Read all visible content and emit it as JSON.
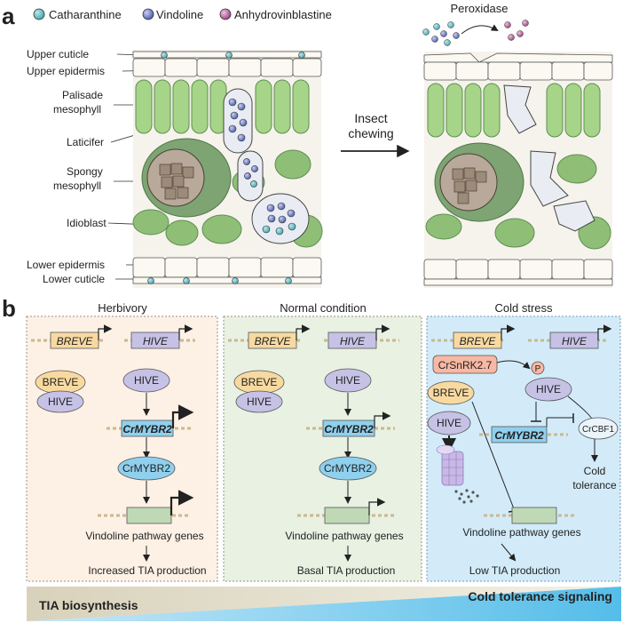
{
  "panel_a": {
    "label": "a",
    "legend": {
      "catharanthine": "Catharanthine",
      "vindoline": "Vindoline",
      "anhydrovinblastine": "Anhydrovinblastine"
    },
    "layers": {
      "upper_cuticle": "Upper cuticle",
      "upper_epidermis": "Upper epidermis",
      "palisade_1": "Palisade",
      "palisade_2": "mesophyll",
      "laticifer": "Laticifer",
      "spongy_1": "Spongy",
      "spongy_2": "mesophyll",
      "idioblast": "Idioblast",
      "lower_epidermis": "Lower epidermis",
      "lower_cuticle": "Lower cuticle"
    },
    "arrow_label_1": "Insect",
    "arrow_label_2": "chewing",
    "peroxidase": "Peroxidase",
    "colors": {
      "catharanthine": "#5bc0c8",
      "vindoline": "#6f7fc4",
      "anhydrovinblastine": "#b45a9a",
      "leaf_green": "#9fce7e",
      "dark_green": "#6d9b62"
    }
  },
  "panel_b": {
    "label": "b",
    "columns": [
      {
        "title": "Herbivory",
        "breve": "BREVE",
        "hive": "HIVE",
        "crmybr2": "CrMYBR2",
        "pathway": "Vindoline pathway genes",
        "result": "Increased TIA production",
        "bg": "#fdf1e6"
      },
      {
        "title": "Normal condition",
        "breve": "BREVE",
        "hive": "HIVE",
        "crmybr2": "CrMYBR2",
        "pathway": "Vindoline pathway genes",
        "result": "Basal TIA production",
        "bg": "#e9f2e3"
      },
      {
        "title": "Cold stress",
        "breve": "BREVE",
        "hive": "HIVE",
        "crmybr2": "CrMYBR2",
        "kinase": "CrSnRK2.7",
        "phospho": "P",
        "crcbf1": "CrCBF1",
        "cold_tolerance_1": "Cold",
        "cold_tolerance_2": "tolerance",
        "pathway": "Vindoline pathway genes",
        "result": "Low TIA production",
        "bg": "#d4ecfa"
      }
    ],
    "bottom_bar": {
      "left": "TIA biosynthesis",
      "right": "Cold tolerance signaling",
      "left_color": "#d9d3bd",
      "right_color": "#5ec2ea"
    }
  }
}
